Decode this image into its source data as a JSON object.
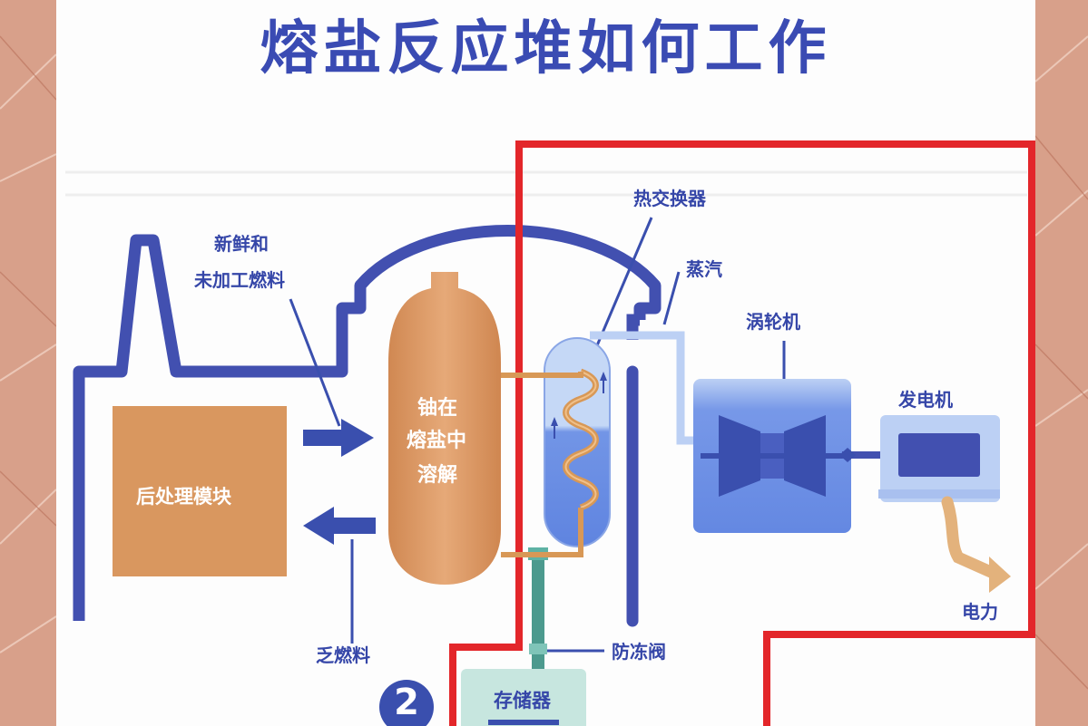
{
  "title": "熔盐反应堆如何工作",
  "labels": {
    "fresh_fuel_line1": "新鲜和",
    "fresh_fuel_line2": "未加工燃料",
    "reactor_line1": "铀在",
    "reactor_line2": "熔盐中",
    "reactor_line3": "溶解",
    "reprocessing": "后处理模块",
    "spent_fuel": "乏燃料",
    "heat_exchanger": "热交换器",
    "steam": "蒸汽",
    "turbine": "涡轮机",
    "generator": "发电机",
    "electricity": "电力",
    "freeze_valve": "防冻阀",
    "storage": "存储器",
    "step_number": "2"
  },
  "colors": {
    "outline_blue": "#4250b0",
    "reactor_orange": "#dd9a66",
    "box_orange": "#d9975f",
    "water_blue": "#6e8fe6",
    "highlight_red": "#e3262a",
    "pipe_green": "#4c9a8e",
    "background_pink": "#d9a590"
  }
}
